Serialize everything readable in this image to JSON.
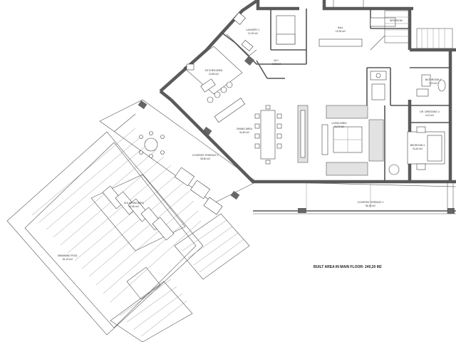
{
  "rooms": {
    "laundry": {
      "name": "LAUNDRY 1",
      "area": "12,20 m2"
    },
    "wc": {
      "name": "W.C.",
      "area": "2,00 m2"
    },
    "hall": {
      "name": "HALL",
      "area": "15,30 m2"
    },
    "bedroom_top": {
      "name": "BEDROOM",
      "area": ""
    },
    "kitchen": {
      "name": "KITCHEN AREA",
      "area": "24,80 m2"
    },
    "dining": {
      "name": "DINING AREA",
      "area": "34,50 m2"
    },
    "living": {
      "name": "LIVING AREA",
      "area": "43,70 m2"
    },
    "bathroom": {
      "name": "BATHROOM 4",
      "area": "7,20 m2"
    },
    "dressing": {
      "name": "DR. DRESSING 4",
      "area": "4,10 m2"
    },
    "bedroom4": {
      "name": "BEDROOM 4",
      "area": "23,40 m2"
    },
    "terrace2": {
      "name": "COVERED TERRACE 2",
      "area": "35,80 m2"
    },
    "terrace1": {
      "name": "COVERED TERRACE 1",
      "area": "56,30 m2"
    },
    "solarium": {
      "name": "SOLARIUM AREA",
      "area": "42,60 m2"
    },
    "pool": {
      "name": "SWIMMING POOL",
      "area": "81,20 m2"
    }
  },
  "built_area_note": "BUILT AREA IN MAIN FLOOR: 240,20 M2"
}
